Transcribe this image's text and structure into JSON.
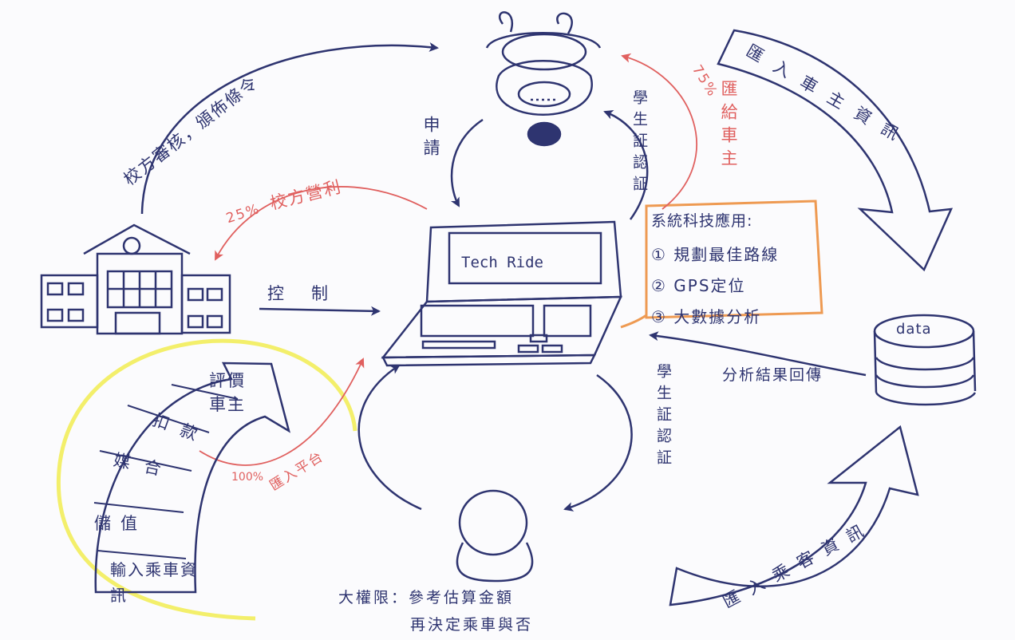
{
  "nodes": {
    "laptop_screen": "Tech Ride",
    "database": "data"
  },
  "edges": {
    "school_to_student": "校方審核，頒佈條令",
    "apply": "申請",
    "student_cert_top": "學生証認証",
    "pay_owner_pct": "75%",
    "pay_owner": "匯給車主",
    "owner_info": "匯入車主資訊",
    "school_profit_pct": "25%",
    "school_profit": "校方營利",
    "control": "控制",
    "analysis_return": "分析結果回傳",
    "student_cert_bottom": "學生証認証",
    "platform_pct": "100%",
    "platform": "匯入平台",
    "passenger_info": "匯入乘客資訊"
  },
  "tech_box": {
    "title": "系統科技應用:",
    "items": [
      "① 規劃最佳路線",
      "② GPS定位",
      "③ 大數據分析"
    ]
  },
  "steps": {
    "rate_owner": "評價車主",
    "deduct": "扣款",
    "match": "媒合",
    "deposit": "儲值",
    "input_ride": "輸入乘車資訊"
  },
  "rider_note": {
    "line1": "大權限：參考估算金額",
    "line2": "再決定乘車與否"
  },
  "colors": {
    "ink": "#2e3470",
    "red": "#e0605f",
    "orange": "#ee9a52",
    "yellow": "#f3ef6b"
  }
}
